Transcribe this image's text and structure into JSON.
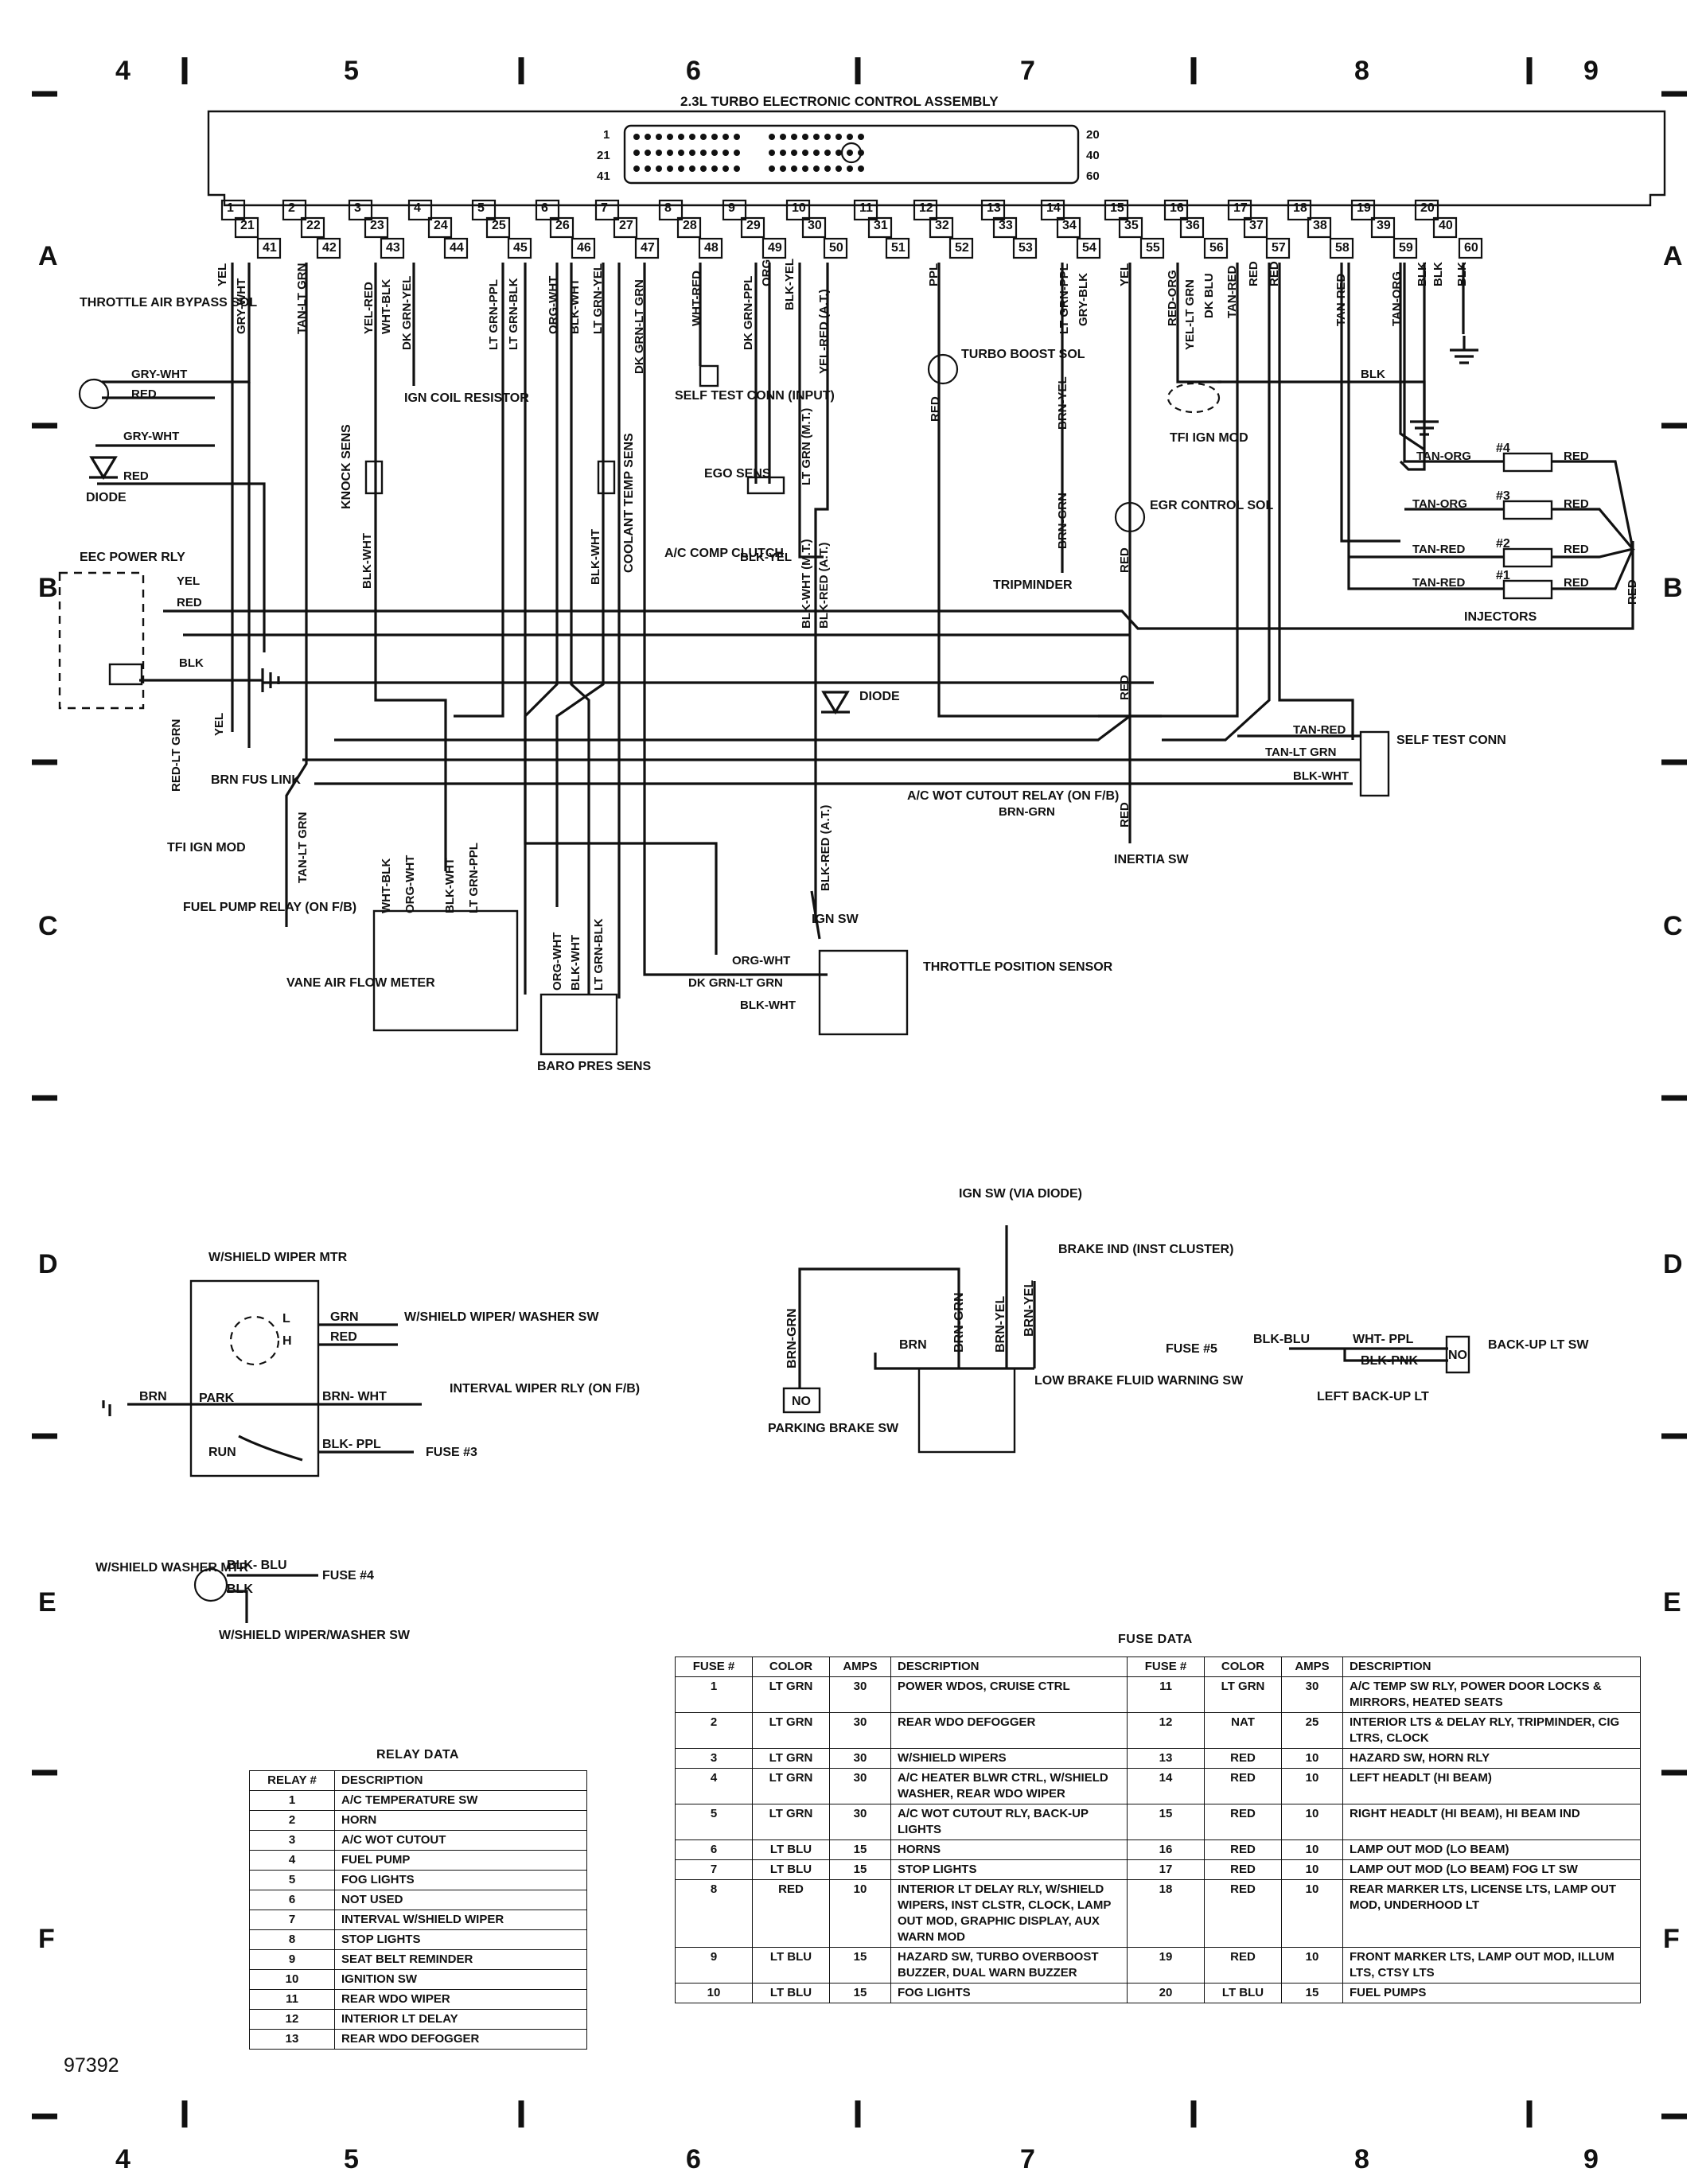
{
  "grid": {
    "columns": [
      "4",
      "5",
      "6",
      "7",
      "8",
      "9"
    ],
    "rows": [
      "A",
      "B",
      "C",
      "D",
      "E",
      "F"
    ]
  },
  "ecu": {
    "title": "2.3L TURBO ELECTRONIC CONTROL ASSEMBLY",
    "connector_left": [
      "1",
      "21",
      "41"
    ],
    "connector_right": [
      "20",
      "40",
      "60"
    ],
    "pins_top": [
      "1",
      "2",
      "3",
      "4",
      "5",
      "6",
      "7",
      "8",
      "9",
      "10",
      "11",
      "12",
      "13",
      "14",
      "15",
      "16",
      "17",
      "18",
      "19",
      "20"
    ],
    "pins_mid": [
      "21",
      "22",
      "23",
      "24",
      "25",
      "26",
      "27",
      "28",
      "29",
      "30",
      "31",
      "32",
      "33",
      "34",
      "35",
      "36",
      "37",
      "38",
      "39",
      "40"
    ],
    "pins_low": [
      "41",
      "42",
      "43",
      "44",
      "45",
      "46",
      "47",
      "48",
      "49",
      "50",
      "51",
      "52",
      "53",
      "54",
      "55",
      "56",
      "57",
      "58",
      "59",
      "60"
    ]
  },
  "wire_colors": {
    "p1": "YEL",
    "p21": "GRY-WHT",
    "p22": "TAN-LT GRN",
    "p3": "YEL-RED",
    "p43": "WHT-BLK",
    "p4": "DK GRN-YEL",
    "p5": "LT GRN-PPL",
    "p45": "LT GRN-BLK",
    "p6": "ORG-WHT",
    "p46": "BLK-WHT",
    "p7": "LT GRN-YEL",
    "p47": "DK GRN-LT GRN",
    "p48": "WHT-RED",
    "p29": "DK GRN-PPL",
    "p49": "ORG",
    "p10": "BLK-YEL",
    "p30a": "LT GRN (M.T.)",
    "p30b": "YEL-RED (A.T.)",
    "p32": "PPL",
    "p14": "LT GRN-PPL",
    "p34": "GRY-BLK",
    "p15": "YEL",
    "p16": "RED-ORG",
    "p36": "YEL-LT GRN",
    "p56": "DK BLU",
    "p17": "TAN-RED",
    "p37": "RED",
    "p57": "RED",
    "p58": "TAN-RED",
    "p39": "TAN-ORG",
    "p20": "BLK",
    "p40": "BLK",
    "p60": "BLK"
  },
  "components": {
    "throttle_bypass": "THROTTLE AIR BYPASS SOL",
    "diode": "DIODE",
    "eec_relay": "EEC POWER RLY",
    "ign_coil": "IGN COIL RESISTOR",
    "knock": "KNOCK SENS",
    "coolant": "COOLANT TEMP SENS",
    "self_test_input": "SELF TEST CONN (INPUT)",
    "ego": "EGO SENS",
    "ac_comp": "A/C COMP CLUTCH",
    "turbo_boost": "TURBO BOOST SOL",
    "tripminder": "TRIPMINDER",
    "egr": "EGR CONTROL SOL",
    "tfi_ign_top": "TFI IGN MOD",
    "injectors": "INJECTORS",
    "inj": [
      "#4",
      "#3",
      "#2",
      "#1"
    ],
    "self_test_conn": "SELF TEST CONN",
    "brn_fus": "BRN FUS LINK",
    "tfi_ign_left": "TFI IGN MOD",
    "fuel_pump_relay": "FUEL PUMP RELAY (ON F/B)",
    "vane_air": "VANE AIR FLOW METER",
    "baro": "BARO PRES SENS",
    "tps": "THROTTLE POSITION SENSOR",
    "ign_sw": "IGN SW",
    "ac_wot": "A/C WOT CUTOUT RELAY (ON F/B)",
    "inertia": "INERTIA SW",
    "diode2": "DIODE"
  },
  "misc_labels": {
    "gry_wht": "GRY-WHT",
    "red": "RED",
    "yel": "YEL",
    "blk": "BLK",
    "red_lt_grn": "RED-LT GRN",
    "tan_lt_grn": "TAN-LT GRN",
    "blk_wht": "BLK-WHT",
    "blk_yel": "BLK-YEL",
    "blk_wht_mt": "BLK-WHT (M.T.)",
    "blk_red_at": "BLK-RED (A.T.)",
    "brn_yel": "BRN-YEL",
    "brn_grn": "BRN-GRN",
    "tan_org": "TAN-ORG",
    "tan_red": "TAN-RED",
    "org_wht": "ORG-WHT",
    "dk_grn_lt_grn": "DK GRN-LT GRN",
    "lt_grn_blk": "LT GRN-BLK",
    "wht_blk": "WHT-BLK",
    "lt_grn_ppl": "LT GRN-PPL"
  },
  "wiper": {
    "motor": "W/SHIELD WIPER MTR",
    "L": "L",
    "H": "H",
    "park": "PARK",
    "run": "RUN",
    "grn": "GRN",
    "red": "RED",
    "brn": "BRN",
    "brn_wht": "BRN- WHT",
    "blk_ppl": "BLK- PPL",
    "washer_sw": "W/SHIELD WIPER/ WASHER SW",
    "interval": "INTERVAL WIPER RLY (ON F/B)",
    "fuse3": "FUSE #3"
  },
  "washer": {
    "motor": "W/SHIELD WASHER MTR",
    "blk_blu": "BLK- BLU",
    "blk": "BLK",
    "fuse4": "FUSE #4",
    "sw": "W/SHIELD WIPER/WASHER SW"
  },
  "brake": {
    "ign_sw": "IGN SW (VIA DIODE)",
    "brake_ind": "BRAKE IND (INST CLUSTER)",
    "brn_grn": "BRN-GRN",
    "brn": "BRN",
    "brn_yel": "BRN-YEL",
    "no": "NO",
    "parking": "PARKING BRAKE SW",
    "fluid": "LOW BRAKE FLUID WARNING SW"
  },
  "backup": {
    "fuse5": "FUSE #5",
    "blk_blu": "BLK-BLU",
    "wht_ppl": "WHT- PPL",
    "blk_pnk": "BLK-PNK",
    "no": "NO",
    "sw": "BACK-UP LT SW",
    "left": "LEFT BACK-UP LT"
  },
  "relay_data": {
    "title": "RELAY DATA",
    "headers": [
      "RELAY #",
      "DESCRIPTION"
    ],
    "rows": [
      [
        "1",
        "A/C TEMPERATURE SW"
      ],
      [
        "2",
        "HORN"
      ],
      [
        "3",
        "A/C WOT CUTOUT"
      ],
      [
        "4",
        "FUEL PUMP"
      ],
      [
        "5",
        "FOG LIGHTS"
      ],
      [
        "6",
        "NOT USED"
      ],
      [
        "7",
        "INTERVAL W/SHIELD WIPER"
      ],
      [
        "8",
        "STOP LIGHTS"
      ],
      [
        "9",
        "SEAT BELT REMINDER"
      ],
      [
        "10",
        "IGNITION SW"
      ],
      [
        "11",
        "REAR WDO WIPER"
      ],
      [
        "12",
        "INTERIOR LT DELAY"
      ],
      [
        "13",
        "REAR WDO DEFOGGER"
      ]
    ]
  },
  "fuse_data": {
    "title": "FUSE DATA",
    "headers": [
      "FUSE #",
      "COLOR",
      "AMPS",
      "DESCRIPTION",
      "FUSE #",
      "COLOR",
      "AMPS",
      "DESCRIPTION"
    ],
    "left": [
      [
        "1",
        "LT GRN",
        "30",
        "POWER WDOS, CRUISE CTRL"
      ],
      [
        "2",
        "LT GRN",
        "30",
        "REAR WDO DEFOGGER"
      ],
      [
        "3",
        "LT GRN",
        "30",
        "W/SHIELD WIPERS"
      ],
      [
        "4",
        "LT GRN",
        "30",
        "A/C HEATER BLWR CTRL, W/SHIELD WASHER, REAR WDO WIPER"
      ],
      [
        "5",
        "LT GRN",
        "30",
        "A/C WOT CUTOUT RLY, BACK-UP LIGHTS"
      ],
      [
        "6",
        "LT BLU",
        "15",
        "HORNS"
      ],
      [
        "7",
        "LT BLU",
        "15",
        "STOP LIGHTS"
      ],
      [
        "8",
        "RED",
        "10",
        "INTERIOR LT DELAY RLY, W/SHIELD WIPERS, INST CLSTR, CLOCK, LAMP OUT MOD, GRAPHIC DISPLAY, AUX WARN MOD"
      ],
      [
        "9",
        "LT BLU",
        "15",
        "HAZARD SW, TURBO OVERBOOST BUZZER, DUAL WARN BUZZER"
      ],
      [
        "10",
        "LT BLU",
        "15",
        "FOG LIGHTS"
      ]
    ],
    "right": [
      [
        "11",
        "LT GRN",
        "30",
        "A/C TEMP SW RLY, POWER DOOR LOCKS & MIRRORS, HEATED SEATS"
      ],
      [
        "12",
        "NAT",
        "25",
        "INTERIOR LTS & DELAY RLY, TRIPMINDER, CIG LTRS, CLOCK"
      ],
      [
        "13",
        "RED",
        "10",
        "HAZARD SW, HORN RLY"
      ],
      [
        "14",
        "RED",
        "10",
        "LEFT HEADLT (HI BEAM)"
      ],
      [
        "15",
        "RED",
        "10",
        "RIGHT HEADLT (HI BEAM), HI BEAM IND"
      ],
      [
        "16",
        "RED",
        "10",
        "LAMP OUT MOD (LO BEAM)"
      ],
      [
        "17",
        "RED",
        "10",
        "LAMP OUT MOD (LO BEAM) FOG LT SW"
      ],
      [
        "18",
        "RED",
        "10",
        "REAR MARKER LTS, LICENSE LTS, LAMP OUT MOD, UNDERHOOD LT"
      ],
      [
        "19",
        "RED",
        "10",
        "FRONT MARKER LTS, LAMP OUT MOD, ILLUM LTS, CTSY LTS"
      ],
      [
        "20",
        "LT BLU",
        "15",
        "FUEL PUMPS"
      ]
    ]
  },
  "doc_number": "97392"
}
